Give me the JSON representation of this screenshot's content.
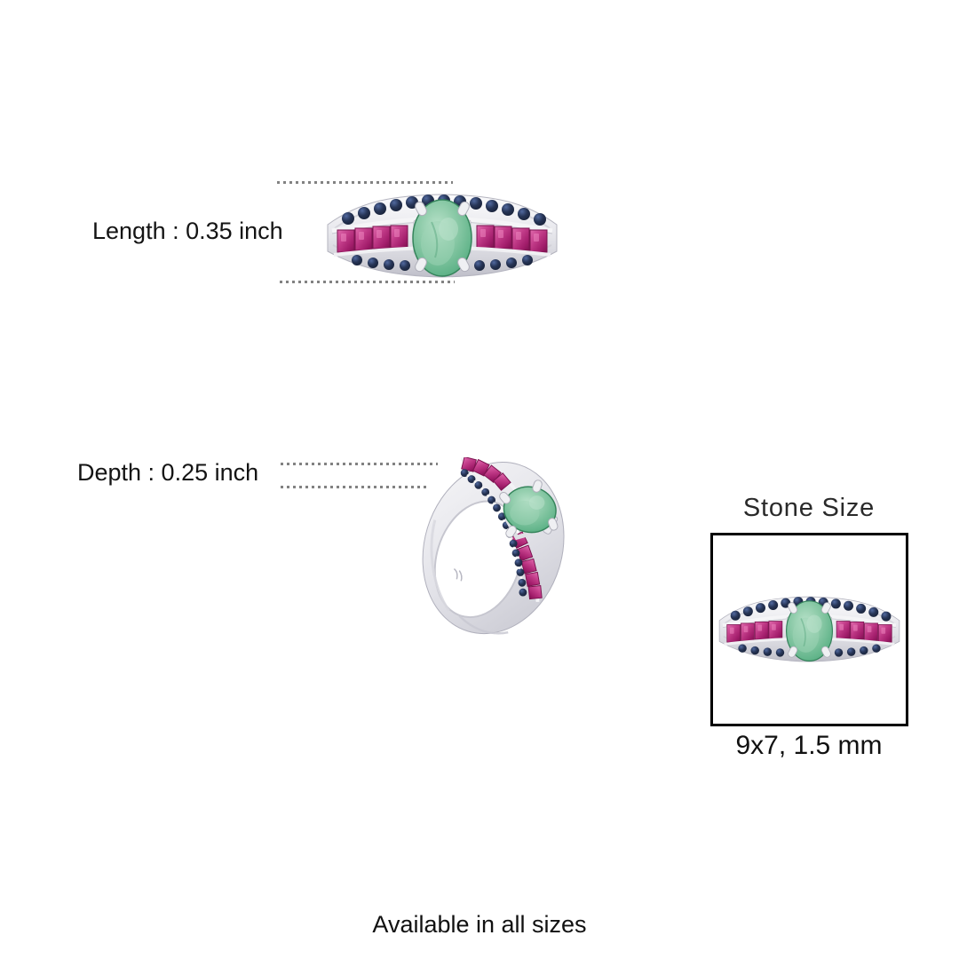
{
  "annotations": {
    "length": {
      "label": "Length : 0.35 inch"
    },
    "depth": {
      "label": "Depth : 0.25 inch"
    }
  },
  "stone_size": {
    "title": "Stone Size",
    "value": "9x7, 1.5 mm"
  },
  "footer": {
    "text": "Available in all sizes"
  },
  "images": {
    "top_view": "ring-top-view",
    "side_view": "ring-side-view",
    "boxed_view": "ring-stone-size-view"
  },
  "colors": {
    "background": "#ffffff",
    "text": "#141414",
    "dotted_line": "#828282",
    "box_border": "#000000",
    "emerald": "#63b58b",
    "emerald_light": "#b9e2ca",
    "emerald_dark": "#3f9468",
    "ruby": "#c13b88",
    "ruby_light": "#e06aad",
    "ruby_dark": "#7e1250",
    "sapphire": "#263455",
    "sapphire_light": "#51699f",
    "silver": "#e8e8ed",
    "silver_shadow": "#bfbfc9"
  }
}
